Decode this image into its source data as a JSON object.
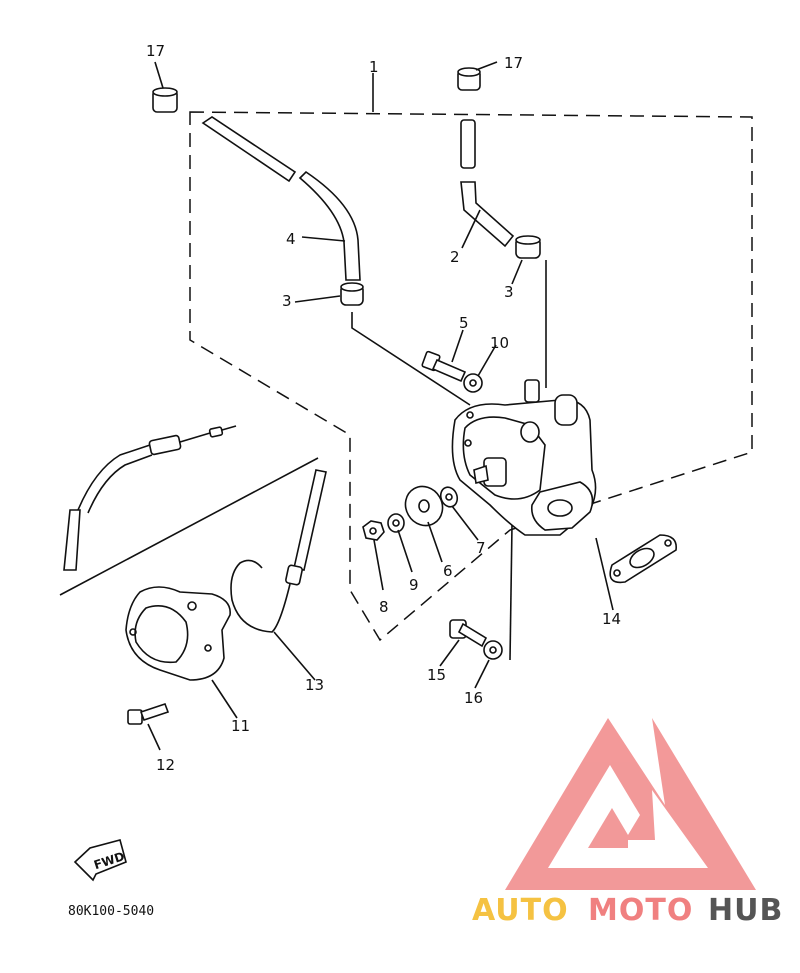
{
  "diagram": {
    "callouts": [
      "1",
      "2",
      "3",
      "3",
      "4",
      "5",
      "6",
      "7",
      "8",
      "9",
      "10",
      "11",
      "12",
      "13",
      "14",
      "15",
      "16",
      "17",
      "17"
    ],
    "drawing_code": "80K100-5040",
    "fwd_label": "FWD"
  },
  "watermark": {
    "word_a": "AUTO",
    "word_b": "MOTO",
    "word_c": "HUB",
    "color_a": "#f5c242",
    "color_b": "#f08080",
    "color_c": "#555555",
    "logo_color": "#f08080"
  }
}
